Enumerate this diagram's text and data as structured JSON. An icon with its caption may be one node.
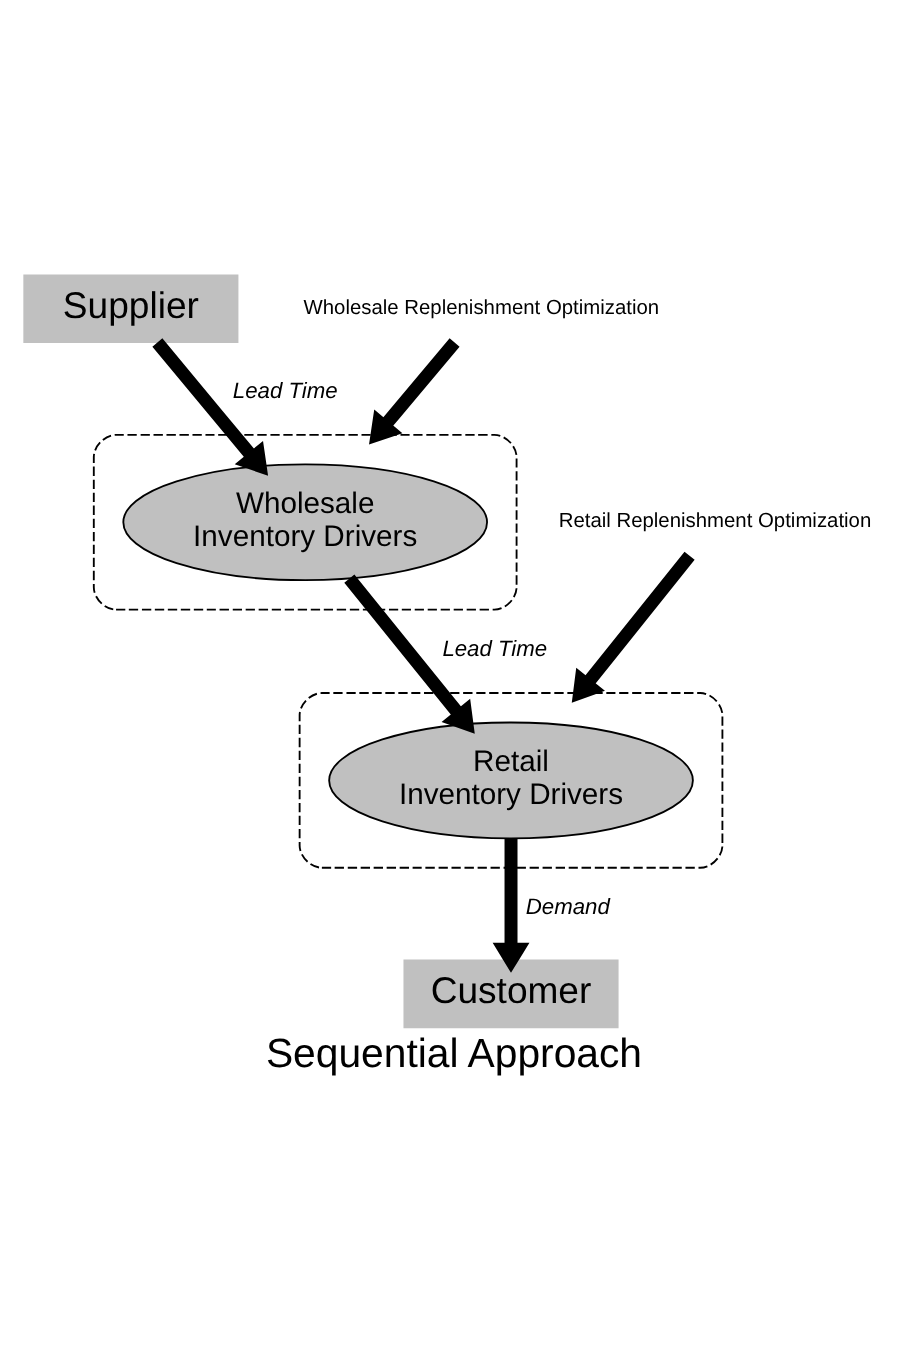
{
  "diagram": {
    "caption": "Sequential Approach",
    "nodes": [
      {
        "text": [
          "Supplier"
        ]
      },
      {
        "text": [],
        "shape": "ellipse"
      },
      {
        "text": [
          "Wholesale",
          "Inventory Drivers"
        ],
        "in": 1
      },
      {
        "text": [
          "Wholesale Replenishment Optimization"
        ]
      },
      {
        "text": [],
        "shape": "ellipse"
      },
      {
        "text": [
          "Retail",
          "Inventory Drivers"
        ],
        "in": 4
      },
      {
        "text": [
          "Retail Replenishment Optimization"
        ]
      },
      {
        "text": [
          "Customer"
        ]
      }
    ],
    "edges": [
      {
        "from": 0,
        "to": 2,
        "arrow": "to",
        "label": "Lead Time"
      },
      {
        "from": 2,
        "to": 5,
        "arrow": "to",
        "label": "Lead Time"
      },
      {
        "from": 5,
        "to": 7,
        "arrow": "to",
        "label": "Demand"
      },
      {
        "from": 3,
        "to": 1,
        "arrow": "to"
      },
      {
        "from": 6,
        "to": 4,
        "arrow": "to"
      }
    ]
  }
}
